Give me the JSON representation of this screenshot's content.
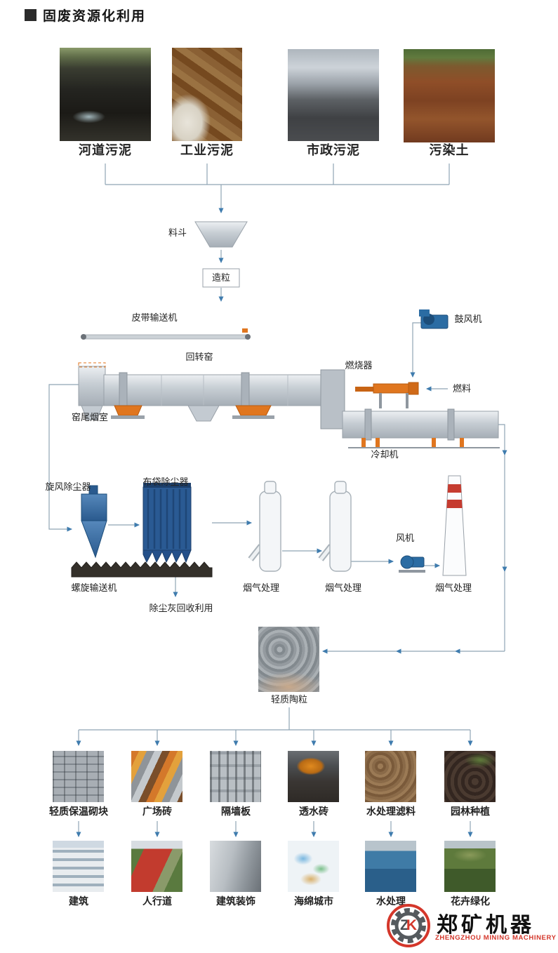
{
  "title": "固废资源化利用",
  "inputs": [
    {
      "label": "河道污泥"
    },
    {
      "label": "工业污泥"
    },
    {
      "label": "市政污泥"
    },
    {
      "label": "污染土"
    }
  ],
  "process": {
    "hopper": "料斗",
    "granulation": "造粒",
    "belt_conveyor": "皮带输送机",
    "rotary_kiln": "回转窑",
    "blower": "鼓风机",
    "burner": "燃烧器",
    "fuel": "燃料",
    "kiln_tail_chamber": "窑尾烟室",
    "cooler": "冷却机",
    "cyclone_dust_collector": "旋风除尘器",
    "bag_dust_collector": "布袋除尘器",
    "screw_conveyor": "螺旋输送机",
    "flue_gas_treatment_1": "烟气处理",
    "flue_gas_treatment_2": "烟气处理",
    "fan": "风机",
    "flue_gas_treatment_3": "烟气处理",
    "dust_ash_recycling": "除尘灰回收利用",
    "ceramsite": "轻质陶粒"
  },
  "products": [
    {
      "label": "轻质保温砌块"
    },
    {
      "label": "广场砖"
    },
    {
      "label": "隔墙板"
    },
    {
      "label": "透水砖"
    },
    {
      "label": "水处理滤料"
    },
    {
      "label": "园林种植"
    }
  ],
  "applications": [
    {
      "label": "建筑"
    },
    {
      "label": "人行道"
    },
    {
      "label": "建筑装饰"
    },
    {
      "label": "海绵城市"
    },
    {
      "label": "水处理"
    },
    {
      "label": "花卉绿化"
    }
  ],
  "logo": {
    "monogram_z": "Z",
    "monogram_k": "K",
    "name": "郑矿机器",
    "subtitle": "ZHENGZHOU MINING MACHINERY"
  }
}
